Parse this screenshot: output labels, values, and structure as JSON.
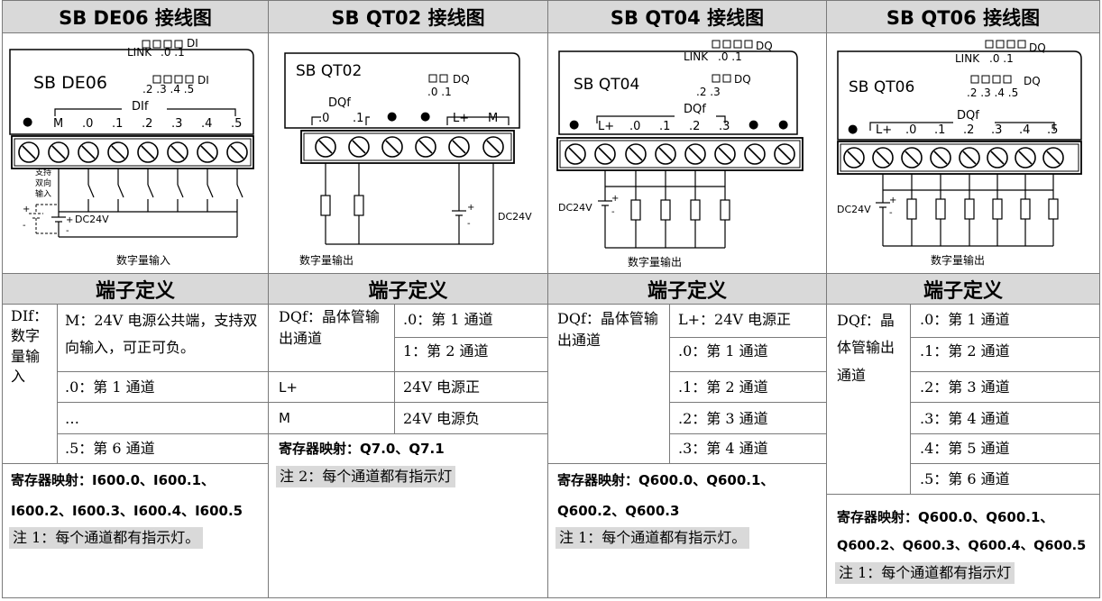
{
  "columns": [
    {
      "id": "de06",
      "title": "SB DE06 接线图"
    },
    {
      "id": "qt02",
      "title": "SB QT02 接线图"
    },
    {
      "id": "qt04",
      "title": "SB QT04 接线图"
    },
    {
      "id": "qt06",
      "title": "SB QT06 接线图"
    }
  ],
  "terminal_def_title": "端子定义",
  "de06": {
    "module_name": "SB DE06",
    "link": "LINK",
    "di": "DI",
    "status_ch_a": ".0  .1",
    "status_ch_b": ".2 .3 .4 .5",
    "group_label": "DIf",
    "terms": [
      "●",
      "M",
      ".0",
      ".1",
      ".2",
      ".3",
      ".4",
      ".5"
    ],
    "support_note_1": "支持",
    "support_note_2": "双向",
    "support_note_3": "输入",
    "power": "DC24V",
    "caption": "数字量输入",
    "def_group": "DIf：数字量输入",
    "def_m": "M：24V 电源公共端，支持双向输入，可正可负。",
    "def_ch0": ".0：第 1 通道",
    "def_dots": "…",
    "def_ch5": ".5：第 6 通道",
    "reg_1": "寄存器映射：I600.0、I600.1、",
    "reg_2": "I600.2、I600.3、I600.4、I600.5",
    "note": "注 1：每个通道都有指示灯。"
  },
  "qt02": {
    "module_name": "SB QT02",
    "dq": "DQ",
    "status_ch": ".0 .1",
    "group_label": "DQf",
    "terms": [
      ".0",
      ".1",
      "●",
      "●",
      "L+",
      "M"
    ],
    "power": "DC24V",
    "caption": "数字量输出",
    "def_group": "DQf：晶体管输出通道",
    "def_ch0": ".0：第 1 通道",
    "def_ch1": "1：第 2 通道",
    "def_lp_key": "L+",
    "def_lp_val": "24V 电源正",
    "def_m_key": "M",
    "def_m_val": "24V 电源负",
    "reg": "寄存器映射：Q7.0、Q7.1",
    "note": "注 2：每个通道都有指示灯"
  },
  "qt04": {
    "module_name": "SB QT04",
    "link": "LINK",
    "dq": "DQ",
    "status_ch_a": ".0  .1",
    "status_ch_b": ".2 .3",
    "group_label": "DQf",
    "terms": [
      "●",
      "L+",
      ".0",
      ".1",
      ".2",
      ".3",
      "●",
      "●"
    ],
    "power": "DC24V",
    "caption": "数字量输出",
    "def_group": "DQf：晶体管输出通道",
    "def_lp": "L+：24V 电源正",
    "def_ch": [
      ".0：第 1 通道",
      ".1：第 2 通道",
      ".2：第 3 通道",
      ".3：第 4 通道"
    ],
    "reg_1": "寄存器映射：Q600.0、Q600.1、",
    "reg_2": "Q600.2、Q600.3",
    "note": "注 1：每个通道都有指示灯。"
  },
  "qt06": {
    "module_name": "SB QT06",
    "link": "LINK",
    "dq": "DQ",
    "status_ch_a": ".0  .1",
    "status_ch_b": ".2 .3 .4 .5",
    "group_label": "DQf",
    "terms": [
      "●",
      "L+",
      ".0",
      ".1",
      ".2",
      ".3",
      ".4",
      ".5"
    ],
    "power": "DC24V",
    "caption": "数字量输出",
    "def_group": "DQf：晶体管输出通道",
    "def_ch": [
      ".0：第 1 通道",
      ".1：第 2 通道",
      ".2：第 3 通道",
      ".3：第 4 通道",
      ".4：第 5 通道",
      ".5：第 6 通道"
    ],
    "reg_1": "寄存器映射：Q600.0、Q600.1、",
    "reg_2": "Q600.2、Q600.3、Q600.4、Q600.5",
    "note": "注 1：每个通道都有指示灯"
  }
}
